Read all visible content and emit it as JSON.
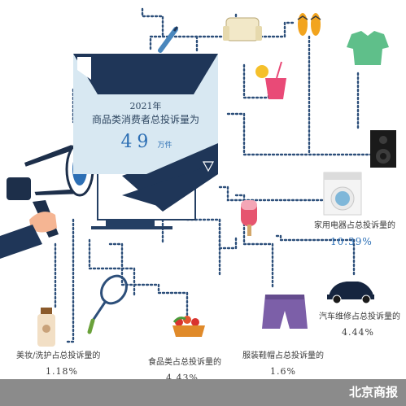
{
  "headline": {
    "year": "2021年",
    "title": "商品类消费者总投诉量为",
    "number": "49",
    "unit": "万件"
  },
  "stats": [
    {
      "label": "家用电器占总投诉量的",
      "value": "10.39%"
    },
    {
      "label": "汽车维修占总投诉量的",
      "value": "4.44%"
    },
    {
      "label": "美妆/洗护占总投诉量的",
      "value": "1.18%"
    },
    {
      "label": "食品类占总投诉量的",
      "value": "4.43%"
    },
    {
      "label": "服装鞋帽占总投诉量的",
      "value": "1.6%"
    }
  ],
  "footer": {
    "brand": "北京商报"
  },
  "colors": {
    "navy": "#243f63",
    "dots": "#2d4f7a",
    "card": "#d8e8f2",
    "accent_blue": "#2b6fb6",
    "footer_bg": "#8b8b8b"
  },
  "icons": [
    "pen-icon",
    "sofa-icon",
    "flip-flops-icon",
    "tshirt-icon",
    "drink-icon",
    "speaker-icon",
    "washing-machine-icon",
    "popsicle-icon",
    "megaphone-icon",
    "badminton-racket-icon",
    "lotion-bottle-icon",
    "food-basket-icon",
    "shorts-icon",
    "car-icon",
    "monitor-icon"
  ]
}
